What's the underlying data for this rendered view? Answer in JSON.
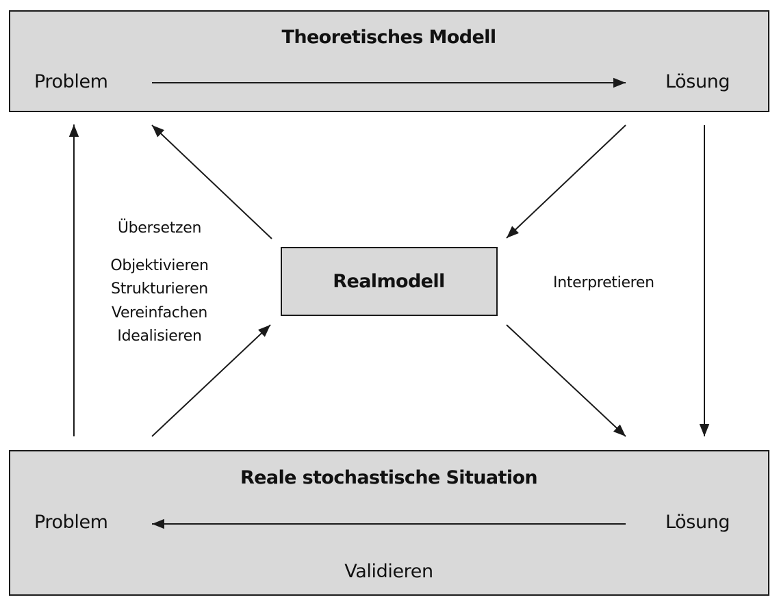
{
  "top_box": {
    "title": "Theoretisches Modell",
    "left_label": "Problem",
    "right_label": "Lösung"
  },
  "center_box": {
    "title": "Realmodell"
  },
  "bottom_box": {
    "title": "Reale stochastische Situation",
    "left_label": "Problem",
    "right_label": "Lösung",
    "bottom_label": "Validieren"
  },
  "left_annotations": {
    "translate": "Übersetzen",
    "steps": [
      "Objektivieren",
      "Strukturieren",
      "Vereinfachen",
      "Idealisieren"
    ]
  },
  "right_annotation": "Interpretieren",
  "colors": {
    "box_fill": "#d9d9d9",
    "stroke": "#1a1a1a"
  }
}
